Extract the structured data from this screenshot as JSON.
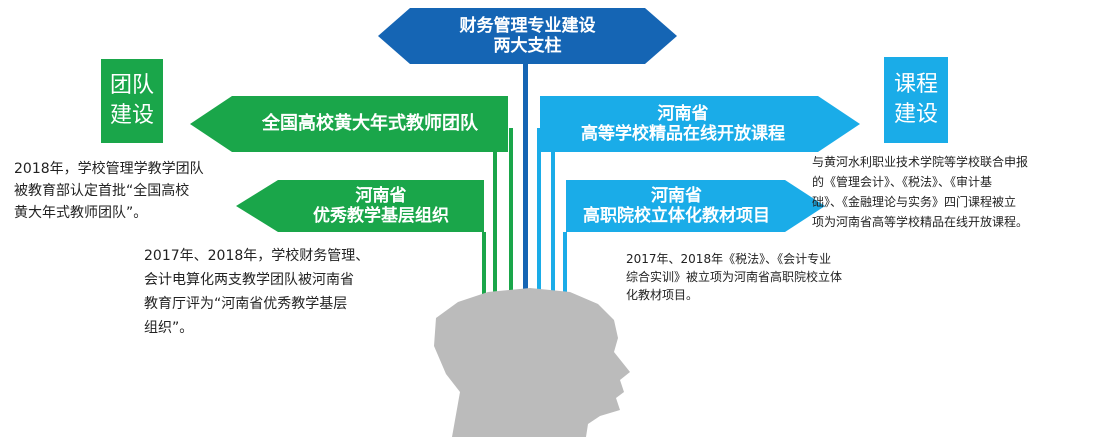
{
  "colors": {
    "top_sign": "#1565b4",
    "green": "#1aa64a",
    "cyan": "#1aace8",
    "head": "#bbbbbb"
  },
  "top_sign": {
    "text": "财务管理专业建设\n两大支柱"
  },
  "left": {
    "tag": "团队\n建设",
    "sign1": "全国高校黄大年式教师团队",
    "desc1": "2018年，学校管理学教学团队\n被教育部认定首批“全国高校\n黄大年式教师团队”。",
    "sign2": "河南省\n优秀教学基层组织",
    "desc2": "2017年、2018年，学校财务管理、\n会计电算化两支教学团队被河南省\n教育厅评为“河南省优秀教学基层\n组织”。"
  },
  "right": {
    "tag": "课程\n建设",
    "sign1": "河南省\n高等学校精品在线开放课程",
    "desc1": "与黄河水利职业技术学院等学校联合申报\n的《管理会计》、《税法》、《审计基\n础》、《金融理论与实务》四门课程被立\n项为河南省高等学校精品在线开放课程。",
    "sign2": "河南省\n高职院校立体化教材项目",
    "desc2": "2017年、2018年《税法》、《会计专业\n综合实训》被立项为河南省高职院校立体\n化教材项目。"
  }
}
